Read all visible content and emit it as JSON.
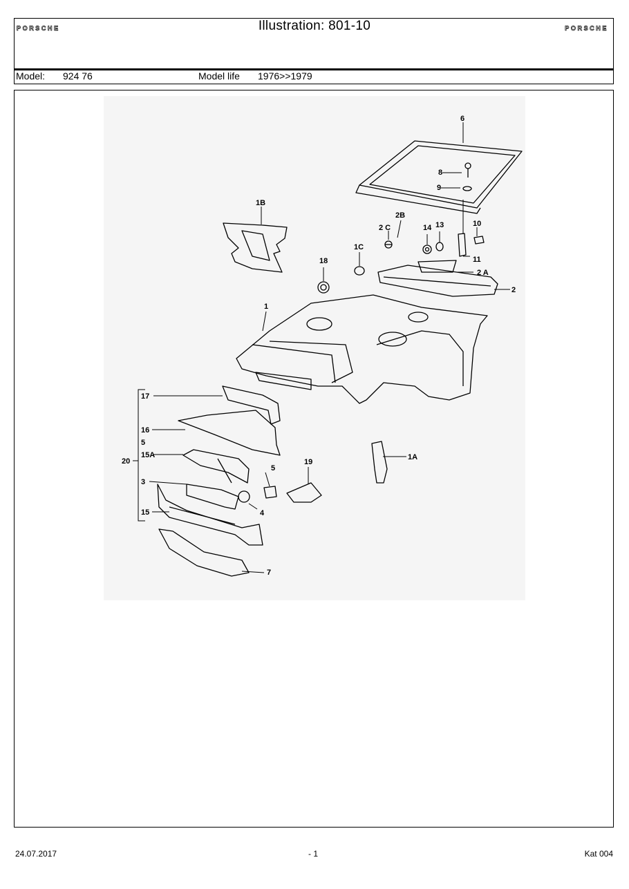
{
  "header": {
    "brand_left": "PORSCHE",
    "brand_right": "PORSCHE",
    "title": "Illustration: 801-10"
  },
  "model_row": {
    "model_label": "Model:",
    "model_value": "924 76",
    "life_label": "Model life",
    "life_value": "1976>>1979"
  },
  "diagram": {
    "callouts": [
      "6",
      "8",
      "9",
      "1B",
      "2B",
      "2 C",
      "14",
      "13",
      "10",
      "1C",
      "11",
      "18",
      "2 A",
      "2",
      "1",
      "17",
      "16",
      "5",
      "20",
      "15A",
      "19",
      "1A",
      "5",
      "3",
      "4",
      "15",
      "7"
    ]
  },
  "footer": {
    "date": "24.07.2017",
    "page": "- 1",
    "catalog": "Kat 004"
  }
}
